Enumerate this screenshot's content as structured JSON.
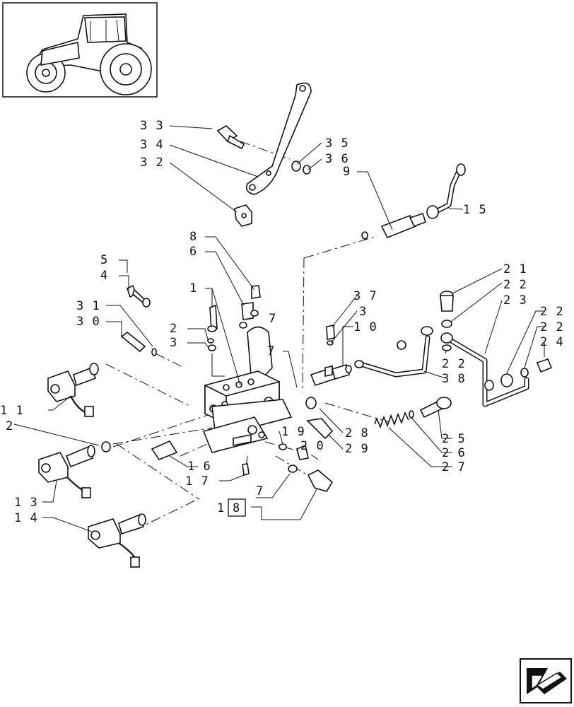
{
  "callouts": {
    "c33": "3 3",
    "c34": "3 4",
    "c32": "3 2",
    "c35": "3 5",
    "c36": "3 6",
    "c9": "9",
    "c15": "1 5",
    "c8": "8",
    "c6": "6",
    "c5": "5",
    "c4": "4",
    "c1": "1",
    "c7a": "7",
    "c31": "3 1",
    "c30": "3 0",
    "c2": "2",
    "c3a": "3",
    "c37": "3 7",
    "c3b": "3",
    "c10": "1 0",
    "c7b": "7",
    "c21": "2 1",
    "c22a": "2 2",
    "c23": "2 3",
    "c22b": "2 2",
    "c22c": "2 2",
    "c24": "2 4",
    "c22d": "2 2",
    "c38": "3 8",
    "c11": "1 1",
    "c12": "2",
    "c19": "1 9",
    "c20": "2 0",
    "c28": "2 8",
    "c29": "2 9",
    "c25": "2 5",
    "c26": "2 6",
    "c27": "2 7",
    "c16": "1 6",
    "c17": "1 7",
    "c13": "1 3",
    "c14": "1 4",
    "c18": "1",
    "c18box": "8",
    "c7c": "7"
  }
}
